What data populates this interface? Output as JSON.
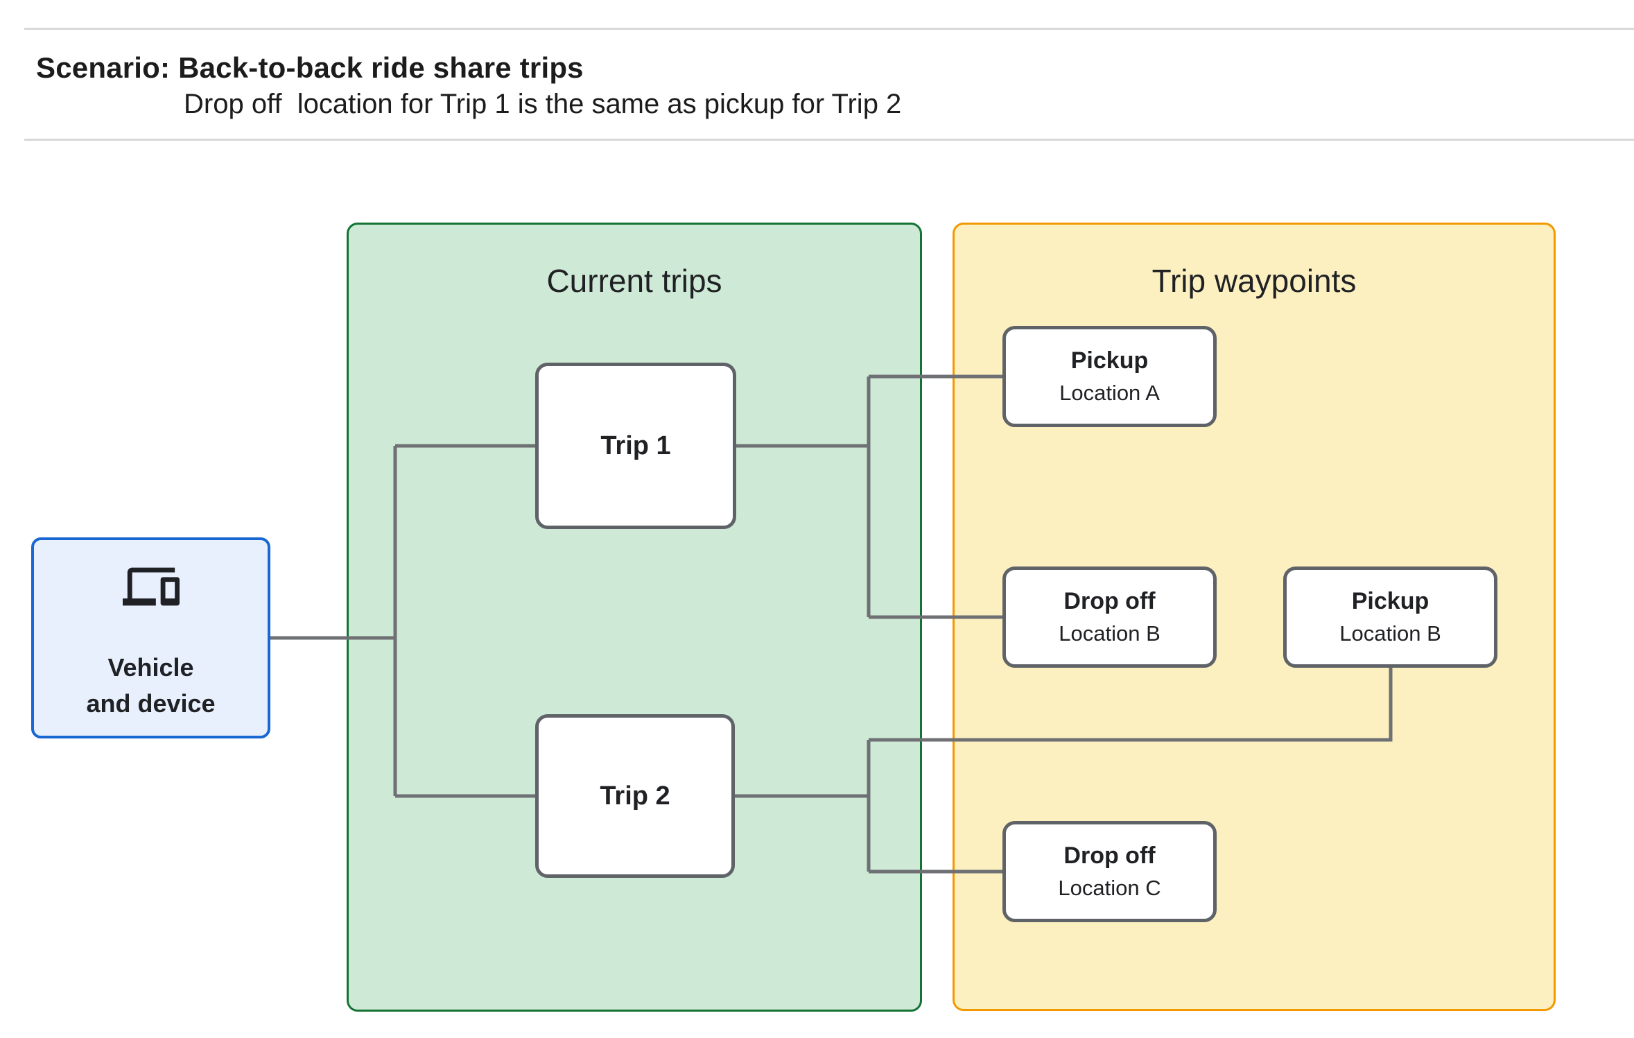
{
  "header": {
    "title": "Scenario: Back-to-back ride share trips",
    "subtitle": "Drop off  location for Trip 1 is the same as pickup for Trip 2"
  },
  "vehicle": {
    "icon": "devices-icon",
    "label_line1": "Vehicle",
    "label_line2": "and device"
  },
  "panels": {
    "current_trips": {
      "title": "Current trips"
    },
    "trip_waypoints": {
      "title": "Trip waypoints"
    }
  },
  "trips": [
    {
      "label": "Trip 1"
    },
    {
      "label": "Trip 2"
    }
  ],
  "waypoints": [
    {
      "type": "Pickup",
      "location": "Location A"
    },
    {
      "type": "Drop off",
      "location": "Location B"
    },
    {
      "type": "Pickup",
      "location": "Location B"
    },
    {
      "type": "Drop off",
      "location": "Location C"
    }
  ],
  "colors": {
    "vehicle_fill": "#e8f0fe",
    "vehicle_border": "#1967d2",
    "current_trips_fill": "#cee9d6",
    "current_trips_border": "#137333",
    "trip_waypoints_fill": "#fcf0c0",
    "trip_waypoints_border": "#f29900",
    "connector_gray": "#6e7073",
    "node_border_gray": "#5f6368",
    "divider_gray": "#d8d8d8",
    "text": "#202124"
  }
}
